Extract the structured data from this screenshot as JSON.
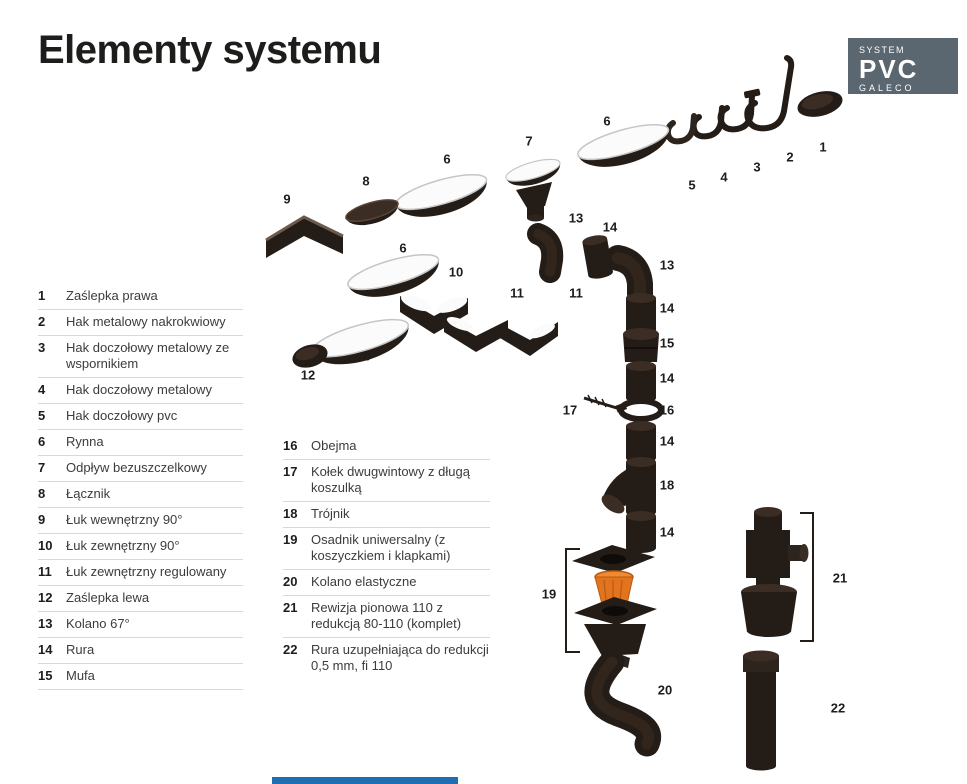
{
  "page": {
    "title": "Elementy systemu"
  },
  "brand_badge": {
    "system": "SYSTEM",
    "name": "PVC",
    "subname": "GALECO"
  },
  "legend_left": {
    "items": [
      {
        "num": "1",
        "label": "Zaślepka prawa"
      },
      {
        "num": "2",
        "label": "Hak metalowy nakrokwiowy"
      },
      {
        "num": "3",
        "label": "Hak doczołowy metalowy ze wspornikiem"
      },
      {
        "num": "4",
        "label": "Hak doczołowy metalowy"
      },
      {
        "num": "5",
        "label": "Hak doczołowy pvc"
      },
      {
        "num": "6",
        "label": "Rynna"
      },
      {
        "num": "7",
        "label": "Odpływ bezuszczelkowy"
      },
      {
        "num": "8",
        "label": "Łącznik"
      },
      {
        "num": "9",
        "label": "Łuk wewnętrzny 90°"
      },
      {
        "num": "10",
        "label": "Łuk zewnętrzny 90°"
      },
      {
        "num": "11",
        "label": "Łuk zewnętrzny regulowany"
      },
      {
        "num": "12",
        "label": "Zaślepka lewa"
      },
      {
        "num": "13",
        "label": "Kolano 67°"
      },
      {
        "num": "14",
        "label": "Rura"
      },
      {
        "num": "15",
        "label": "Mufa"
      }
    ]
  },
  "legend_right": {
    "items": [
      {
        "num": "16",
        "label": "Obejma"
      },
      {
        "num": "17",
        "label": "Kołek dwugwintowy z długą koszulką"
      },
      {
        "num": "18",
        "label": "Trójnik"
      },
      {
        "num": "19",
        "label": "Osadnik uniwersalny (z koszyczkiem i klapkami)"
      },
      {
        "num": "20",
        "label": "Kolano elastyczne"
      },
      {
        "num": "21",
        "label": "Rewizja pionowa 110 z redukcją 80-110 (komplet)"
      },
      {
        "num": "22",
        "label": "Rura uzupełniająca do redukcji 0,5 mm, fi 110"
      }
    ]
  },
  "diagram": {
    "labels": [
      {
        "text": "1"
      },
      {
        "text": "2"
      },
      {
        "text": "3"
      },
      {
        "text": "4"
      },
      {
        "text": "5"
      },
      {
        "text": "6"
      },
      {
        "text": "7"
      },
      {
        "text": "6"
      },
      {
        "text": "8"
      },
      {
        "text": "9"
      },
      {
        "text": "13"
      },
      {
        "text": "14"
      },
      {
        "text": "6"
      },
      {
        "text": "10"
      },
      {
        "text": "11"
      },
      {
        "text": "11"
      },
      {
        "text": "13"
      },
      {
        "text": "14"
      },
      {
        "text": "15"
      },
      {
        "text": "14"
      },
      {
        "text": "6"
      },
      {
        "text": "12"
      },
      {
        "text": "17"
      },
      {
        "text": "16"
      },
      {
        "text": "14"
      },
      {
        "text": "18"
      },
      {
        "text": "14"
      },
      {
        "text": "19"
      },
      {
        "text": "21"
      },
      {
        "text": "20"
      },
      {
        "text": "22"
      }
    ]
  },
  "colors": {
    "part_dark": "#241c17",
    "accent_orange": "#e2731f",
    "badge_bg": "#5b6770",
    "bar_blue": "#1f6eb4"
  }
}
